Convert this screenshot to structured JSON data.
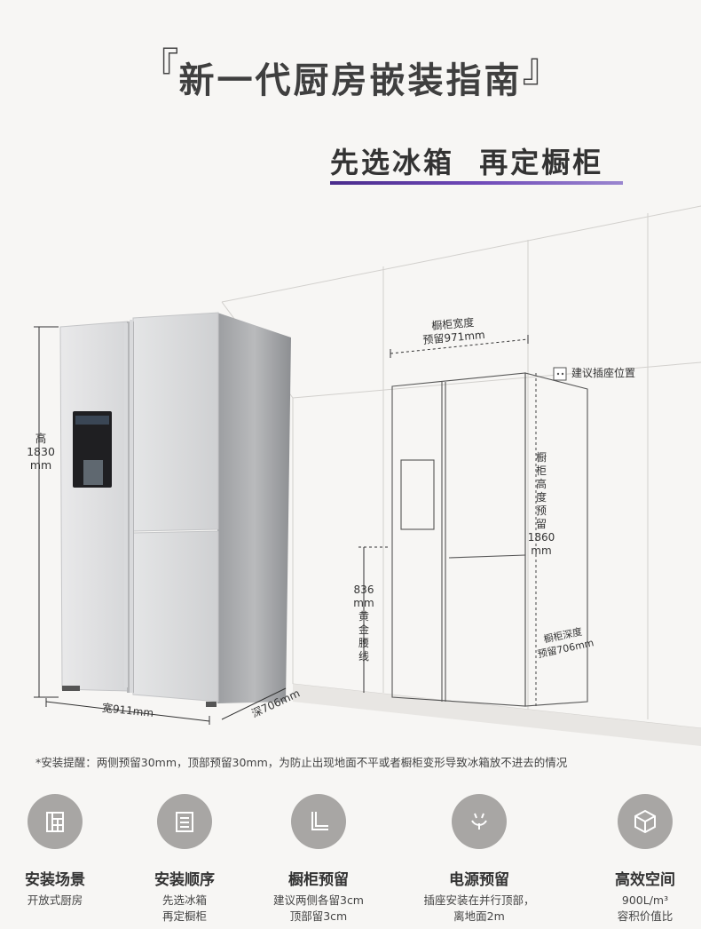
{
  "header": {
    "bracket_open": "『",
    "title": "新一代厨房嵌装指南",
    "bracket_close": "』",
    "subtitle": "先选冰箱  再定橱柜"
  },
  "dimensions": {
    "height_label": "高\n1830\nmm",
    "width_label": "宽911mm",
    "depth_label": "深706mm",
    "cabinet_width_label": "橱柜宽度\n预留971mm",
    "socket_label": "建议插座位置",
    "cabinet_height_label": "橱\n柜\n高\n度\n预\n留\n1860\nmm",
    "waistline_label": "836\nmm\n黄\n金\n腰\n线",
    "cabinet_depth_label": "橱柜深度\n预留706mm"
  },
  "note": "*安装提醒：两侧预留30mm，顶部预留30mm，为防止出现地面不平或者橱柜变形导致冰箱放不进去的情况",
  "features": [
    {
      "icon": "building-icon",
      "name": "安装场景",
      "desc": "开放式厨房"
    },
    {
      "icon": "list-icon",
      "name": "安装顺序",
      "desc": "先选冰箱\n再定橱柜"
    },
    {
      "icon": "cabinet-corner-icon",
      "name": "橱柜预留",
      "desc": "建议两侧各留3cm\n顶部留3cm"
    },
    {
      "icon": "power-plug-icon",
      "name": "电源预留",
      "desc": "插座安装在并行顶部，\n离地面2m"
    },
    {
      "icon": "cube-icon",
      "name": "高效空间",
      "desc": "900L/m³\n容积价值比"
    }
  ],
  "colors": {
    "accent": "#5b3aa6",
    "icon_circle": "#a8a6a4"
  }
}
